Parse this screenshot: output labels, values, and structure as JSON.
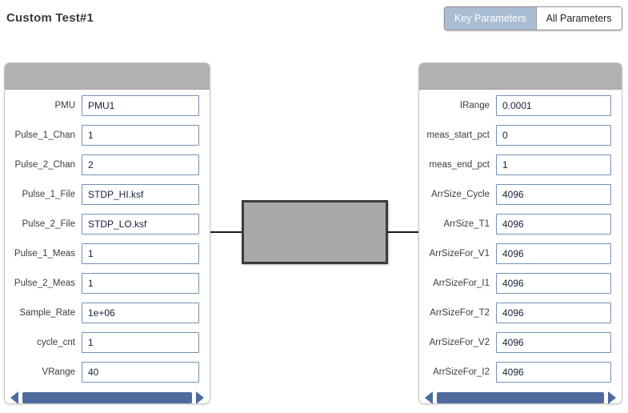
{
  "page": {
    "title": "Custom Test#1"
  },
  "toolbar": {
    "key_parameters_label": "Key Parameters",
    "all_parameters_label": "All Parameters",
    "active_tab": "Key Parameters"
  },
  "left_panel": {
    "fields": [
      {
        "label": "PMU",
        "value": "PMU1"
      },
      {
        "label": "Pulse_1_Chan",
        "value": "1"
      },
      {
        "label": "Pulse_2_Chan",
        "value": "2"
      },
      {
        "label": "Pulse_1_File",
        "value": "STDP_HI.ksf"
      },
      {
        "label": "Pulse_2_File",
        "value": "STDP_LO.ksf"
      },
      {
        "label": "Pulse_1_Meas",
        "value": "1"
      },
      {
        "label": "Pulse_2_Meas",
        "value": "1"
      },
      {
        "label": "Sample_Rate",
        "value": "1e+06"
      },
      {
        "label": "cycle_cnt",
        "value": "1"
      },
      {
        "label": "VRange",
        "value": "40"
      }
    ]
  },
  "right_panel": {
    "fields": [
      {
        "label": "IRange",
        "value": "0.0001"
      },
      {
        "label": "meas_start_pct",
        "value": "0"
      },
      {
        "label": "meas_end_pct",
        "value": "1"
      },
      {
        "label": "ArrSize_Cycle",
        "value": "4096"
      },
      {
        "label": "ArrSize_T1",
        "value": "4096"
      },
      {
        "label": "ArrSizeFor_V1",
        "value": "4096"
      },
      {
        "label": "ArrSizeFor_I1",
        "value": "4096"
      },
      {
        "label": "ArrSizeFor_T2",
        "value": "4096"
      },
      {
        "label": "ArrSizeFor_V2",
        "value": "4096"
      },
      {
        "label": "ArrSizeFor_I2",
        "value": "4096"
      }
    ]
  },
  "icons": {
    "scroll_left_arrow": "left-pointing triangle",
    "scroll_right_arrow": "right-pointing triangle"
  },
  "colors": {
    "accent_scrollbar": "#4f6b9e",
    "active_toggle_bg": "#a9bdd3",
    "panel_header_gray": "#b1b1b1",
    "input_border": "#7491b5",
    "device_fill": "#a9a9a9",
    "device_border": "#3c3c3c"
  }
}
